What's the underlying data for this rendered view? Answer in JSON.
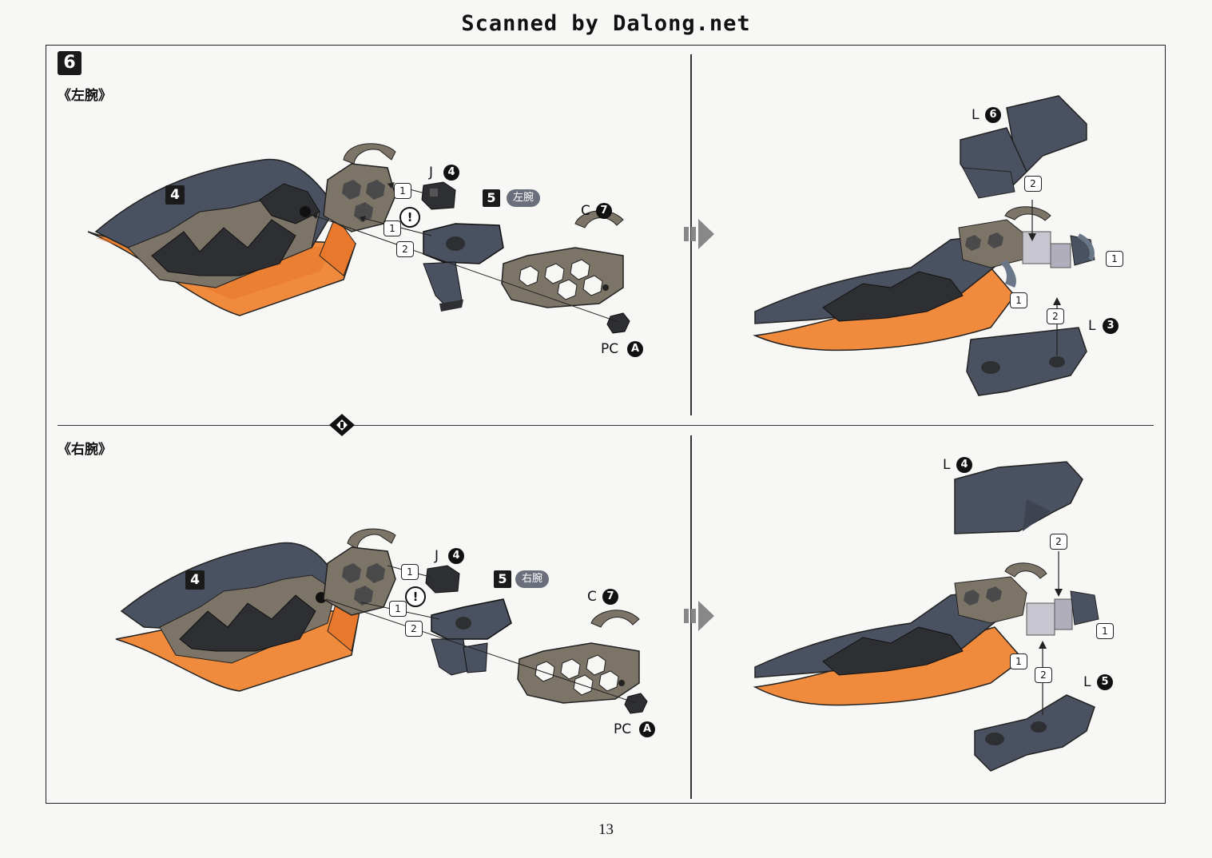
{
  "header": {
    "watermark": "Scanned by Dalong.net"
  },
  "step": {
    "number": "6"
  },
  "sections": {
    "left": {
      "label": "《左腕》",
      "subassembly": "4",
      "ref_step": "5",
      "ref_tag": "左腕",
      "parts": {
        "j": "J",
        "j_num": "4",
        "c": "C",
        "c_num": "7",
        "pc": "PC",
        "pc_id": "A"
      },
      "seq": {
        "one": "1",
        "two": "2",
        "warn": "!"
      },
      "result": {
        "top": "L",
        "top_num": "6",
        "bottom": "L",
        "bottom_num": "3"
      }
    },
    "right": {
      "label": "《右腕》",
      "subassembly": "4",
      "ref_step": "5",
      "ref_tag": "右腕",
      "parts": {
        "j": "J",
        "j_num": "4",
        "c": "C",
        "c_num": "7",
        "pc": "PC",
        "pc_id": "A"
      },
      "seq": {
        "one": "1",
        "two": "2",
        "warn": "!"
      },
      "result": {
        "top": "L",
        "top_num": "4",
        "bottom": "L",
        "bottom_num": "5"
      }
    }
  },
  "divider_icon": "mirror-diamond-icon",
  "arrow_icon": "next-step-arrow-icon",
  "colors": {
    "orange": "#f08a3c",
    "dark_gray": "#4a5160",
    "taupe": "#7d7468",
    "black_part": "#2e2f33",
    "light_block": "#c7c5d0"
  },
  "page_number": "13"
}
